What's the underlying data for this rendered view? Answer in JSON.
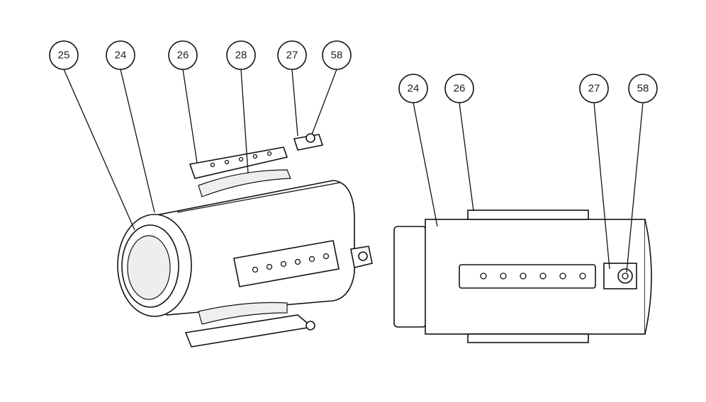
{
  "left_view": {
    "callouts": [
      {
        "label": "25"
      },
      {
        "label": "24"
      },
      {
        "label": "26"
      },
      {
        "label": "28"
      },
      {
        "label": "27"
      },
      {
        "label": "58"
      }
    ]
  },
  "right_view": {
    "callouts": [
      {
        "label": "24"
      },
      {
        "label": "26"
      },
      {
        "label": "27"
      },
      {
        "label": "58"
      }
    ]
  }
}
